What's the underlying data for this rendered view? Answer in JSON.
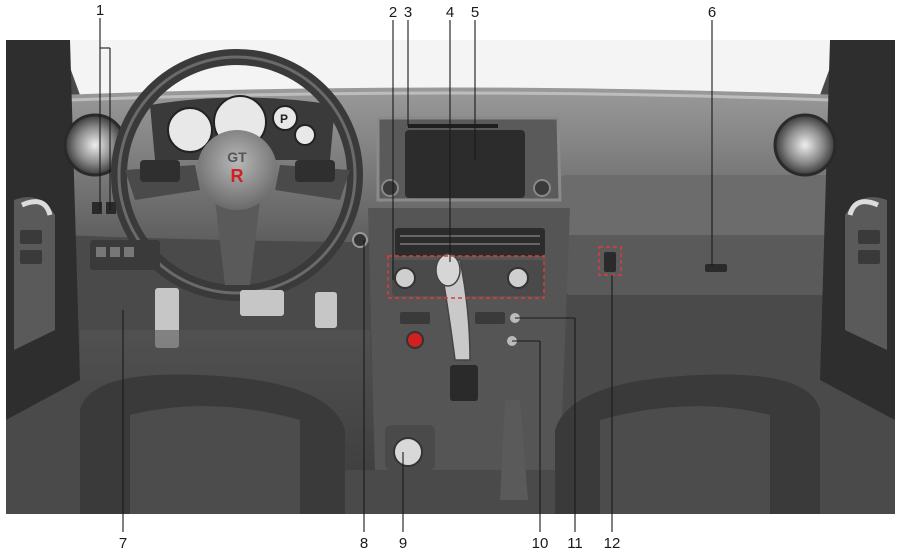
{
  "callouts": [
    "1",
    "2",
    "3",
    "4",
    "5",
    "6",
    "7",
    "8",
    "9",
    "10",
    "11",
    "12"
  ],
  "badge_text": "GT",
  "badge_mark": "R",
  "gauge_mark": "P",
  "colors": {
    "background": "#ffffff",
    "cabin_dark": "#3c3c3c",
    "cabin_mid": "#6e6e6e",
    "dash_light": "#8a8a8a",
    "metal": "#c9c9c9",
    "highlight_box": "#e23b3b",
    "badge_red": "#d22020"
  }
}
